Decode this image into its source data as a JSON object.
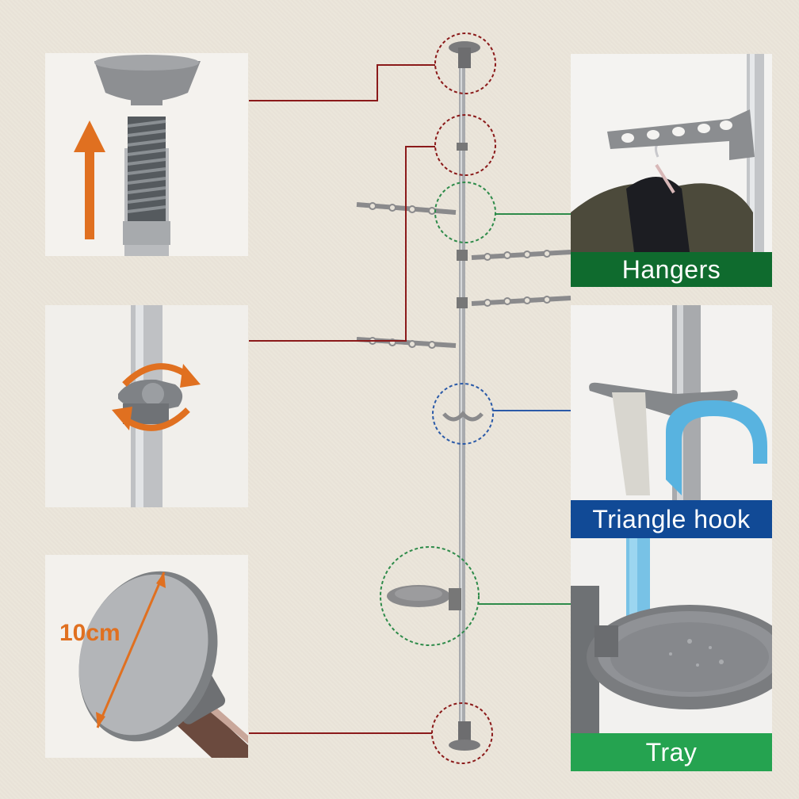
{
  "labels": {
    "hangers": "Hangers",
    "triangle_hook": "Triangle hook",
    "tray": "Tray"
  },
  "measurement": "10cm",
  "colors": {
    "background": "#ebe5da",
    "hangers_label_bg": "#0f6b2e",
    "triangle_hook_label_bg": "#114a96",
    "tray_label_bg": "#25a350",
    "connector_red": "#8b1a1a",
    "connector_green": "#2e8b4a",
    "connector_blue": "#2b5aa8",
    "accent_orange": "#e07020"
  },
  "icons": {
    "arrow": "up-arrow-icon",
    "rotate": "rotate-arrows-icon"
  }
}
